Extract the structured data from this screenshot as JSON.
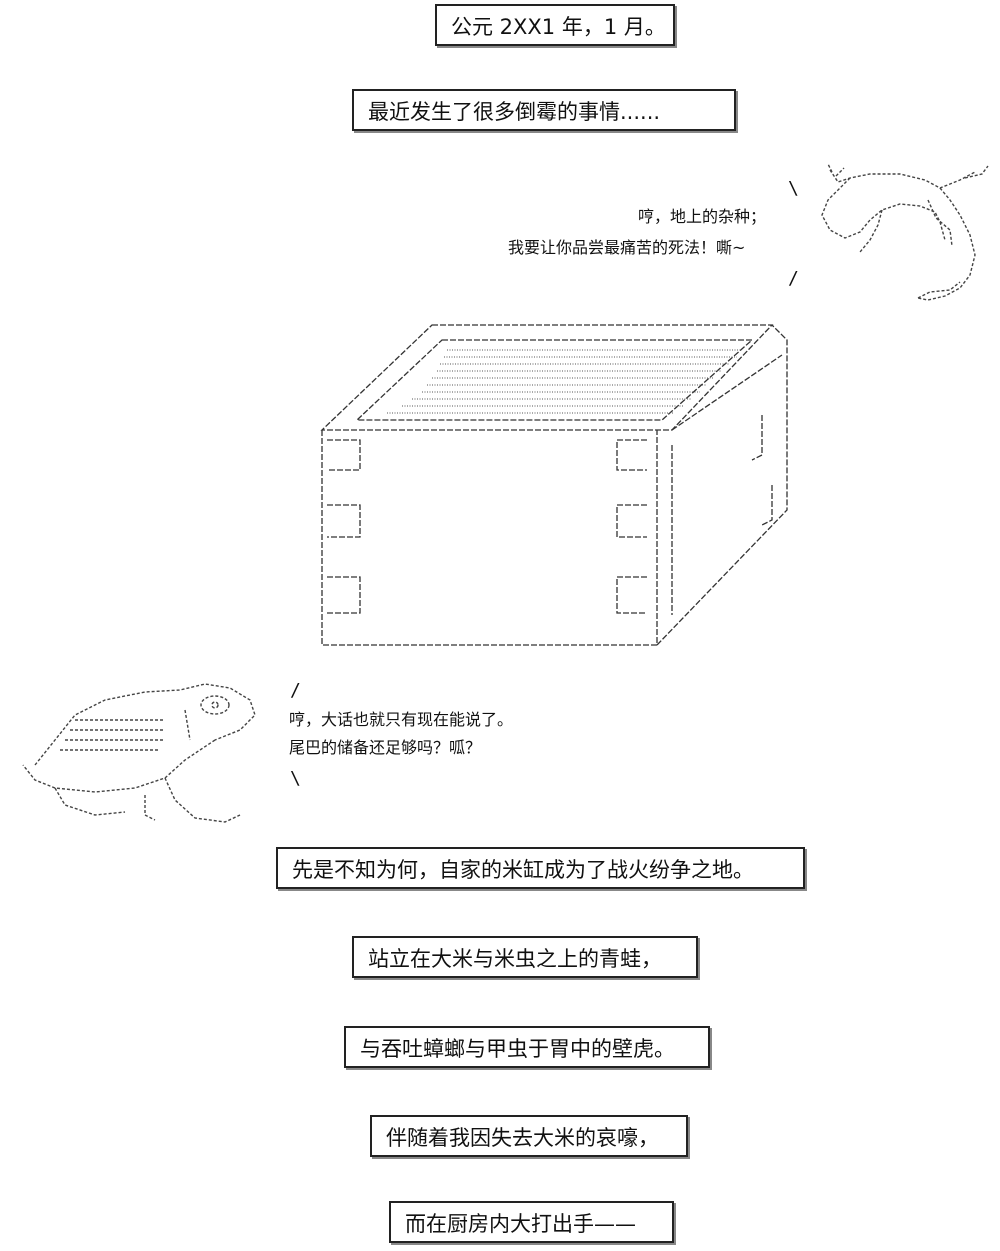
{
  "captions": {
    "date": "公元 2XX1 年，1 月。",
    "intro": "最近发生了很多倒霉的事情......",
    "war": "先是不知为何，自家的米缸成为了战火纷争之地。",
    "frog": "站立在大米与米虫之上的青蛙，",
    "gecko": "与吞吐蟑螂与甲虫于胃中的壁虎。",
    "wail": "伴随着我因失去大米的哀嚎，",
    "fight": "而在厨房内大打出手——"
  },
  "gecko_speech": {
    "line1": "哼，地上的杂种；",
    "line2": "我要让你品尝最痛苦的死法！嘶~"
  },
  "frog_speech": {
    "line1": "哼，大话也就只有现在能说了。",
    "line2": "尾巴的储备还足够吗？呱？"
  },
  "icons": {
    "gecko": "gecko-ascii-art",
    "frog": "frog-ascii-art",
    "rice_jar": "rice-jar-ascii-art"
  }
}
